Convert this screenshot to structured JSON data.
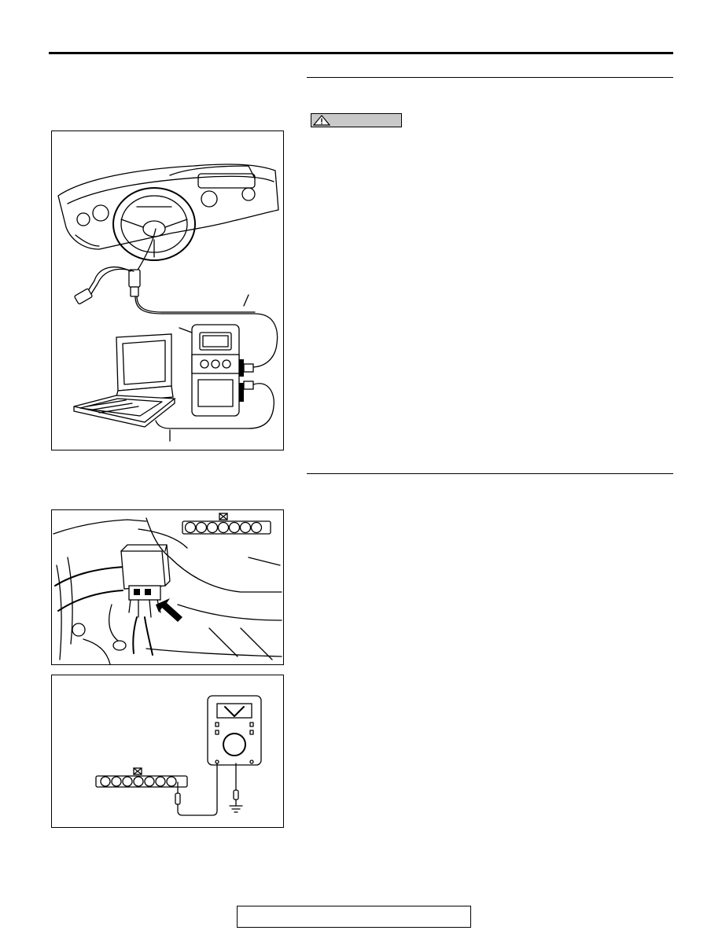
{
  "header": {
    "title": ""
  },
  "caution": {
    "label": "",
    "icon": "warning-triangle-icon"
  },
  "figures": {
    "scan_tool": {
      "icon": "scan-tool-connection-illustration"
    },
    "connector_location": {
      "icon": "engine-bay-connector-illustration"
    },
    "voltage_check": {
      "icon": "multimeter-voltage-check-illustration"
    }
  },
  "footer": {
    "page_ref": ""
  }
}
